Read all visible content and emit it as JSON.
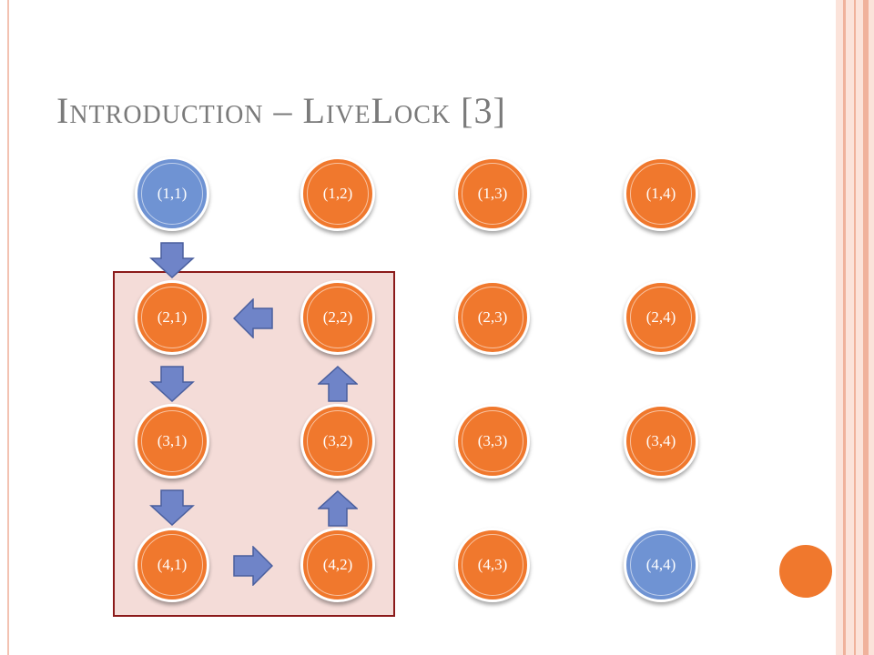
{
  "title": "Introduction – LiveLock [3]",
  "colors": {
    "node_default": "#f0782d",
    "node_endpoint": "#6f93d3",
    "arrow": "#6f84c8",
    "highlight_border": "#8b1a1a"
  },
  "nodes": [
    {
      "label": "(1,1)",
      "color": "blue"
    },
    {
      "label": "(1,2)",
      "color": "orange"
    },
    {
      "label": "(1,3)",
      "color": "orange"
    },
    {
      "label": "(1,4)",
      "color": "orange"
    },
    {
      "label": "(2,1)",
      "color": "orange"
    },
    {
      "label": "(2,2)",
      "color": "orange"
    },
    {
      "label": "(2,3)",
      "color": "orange"
    },
    {
      "label": "(2,4)",
      "color": "orange"
    },
    {
      "label": "(3,1)",
      "color": "orange"
    },
    {
      "label": "(3,2)",
      "color": "orange"
    },
    {
      "label": "(3,3)",
      "color": "orange"
    },
    {
      "label": "(3,4)",
      "color": "orange"
    },
    {
      "label": "(4,1)",
      "color": "orange"
    },
    {
      "label": "(4,2)",
      "color": "orange"
    },
    {
      "label": "(4,3)",
      "color": "orange"
    },
    {
      "label": "(4,4)",
      "color": "blue"
    }
  ],
  "arrows": [
    {
      "from": "(1,1)",
      "to": "(2,1)",
      "direction": "down"
    },
    {
      "from": "(2,1)",
      "to": "(3,1)",
      "direction": "down"
    },
    {
      "from": "(3,1)",
      "to": "(4,1)",
      "direction": "down"
    },
    {
      "from": "(4,1)",
      "to": "(4,2)",
      "direction": "right"
    },
    {
      "from": "(4,2)",
      "to": "(3,2)",
      "direction": "up"
    },
    {
      "from": "(3,2)",
      "to": "(2,2)",
      "direction": "up"
    },
    {
      "from": "(2,2)",
      "to": "(2,1)",
      "direction": "left"
    }
  ]
}
